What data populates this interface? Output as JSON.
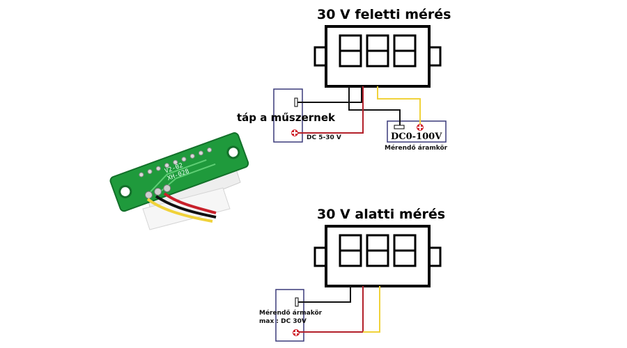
{
  "top": {
    "title": "30 V feletti mérés",
    "supply_caption": "táp a műszernek",
    "supply_voltage": "DC 5-30 V",
    "source_name": "DC0-100V",
    "source_caption": "Mérendő áramkör"
  },
  "bottom": {
    "title": "30 V alatti mérés",
    "source_caption_line1": "Mérendő ármakör",
    "source_caption_line2": "max : DC 30V"
  },
  "pcb": {
    "silkscreen_line1": "V2-02",
    "silkscreen_line2": "XH-028"
  },
  "colors": {
    "black_wire": "#111111",
    "red_wire": "#b3202a",
    "yellow_wire": "#f0d23a",
    "box_border": "#3a3a7a",
    "pcb_green": "#1f9a3c",
    "plus_red": "#d0202a"
  }
}
